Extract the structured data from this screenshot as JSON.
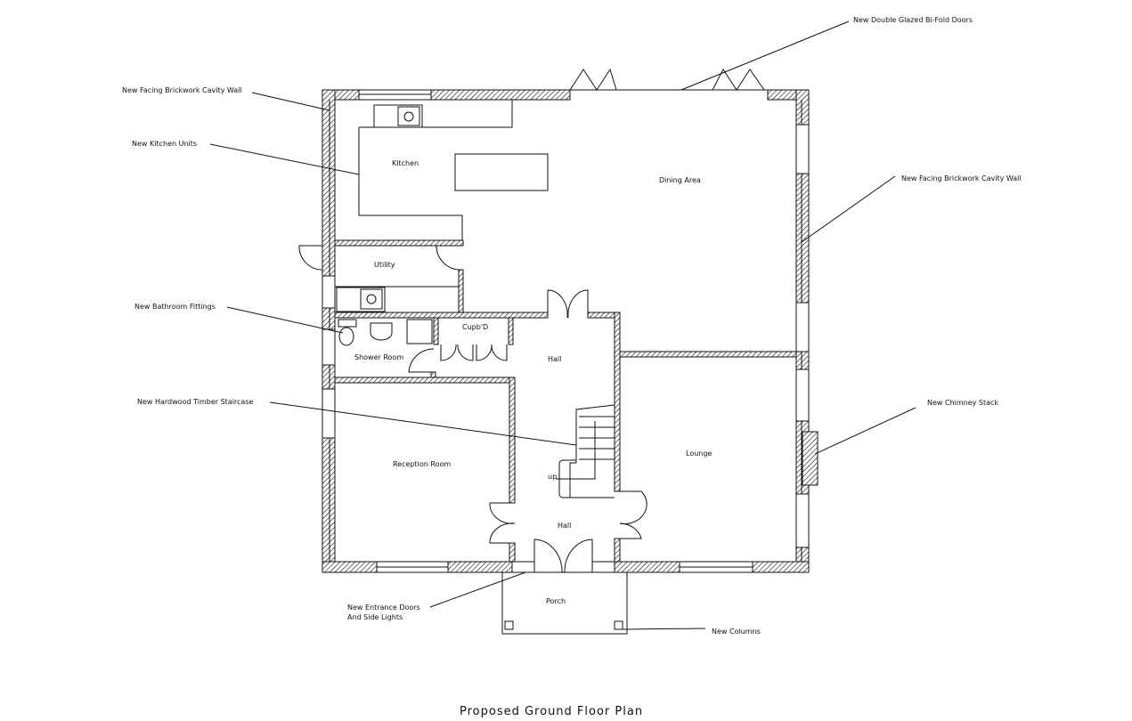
{
  "title": "Proposed Ground Floor Plan",
  "rooms": {
    "kitchen": "Kitchen",
    "dining": "Dining Area",
    "utility": "Utility",
    "cupboard": "Cupb'D",
    "shower": "Shower Room",
    "hall_upper": "Hall",
    "hall_lower": "Hall",
    "reception": "Reception Room",
    "lounge": "Lounge",
    "porch": "Porch",
    "stairs_up": "up"
  },
  "annotations": {
    "bifold": "New Double Glazed Bi-Fold Doors",
    "brick_left": "New Facing Brickwork Cavity Wall",
    "kitchen_units": "New Kitchen Units",
    "brick_right": "New Facing Brickwork Cavity Wall",
    "bathroom": "New Bathroom Fittings",
    "staircase": "New Hardwood Timber Staircase",
    "chimney": "New Chimney Stack",
    "entrance_1": "New Entrance Doors",
    "entrance_2": "And Side Lights",
    "columns": "New Columns"
  }
}
